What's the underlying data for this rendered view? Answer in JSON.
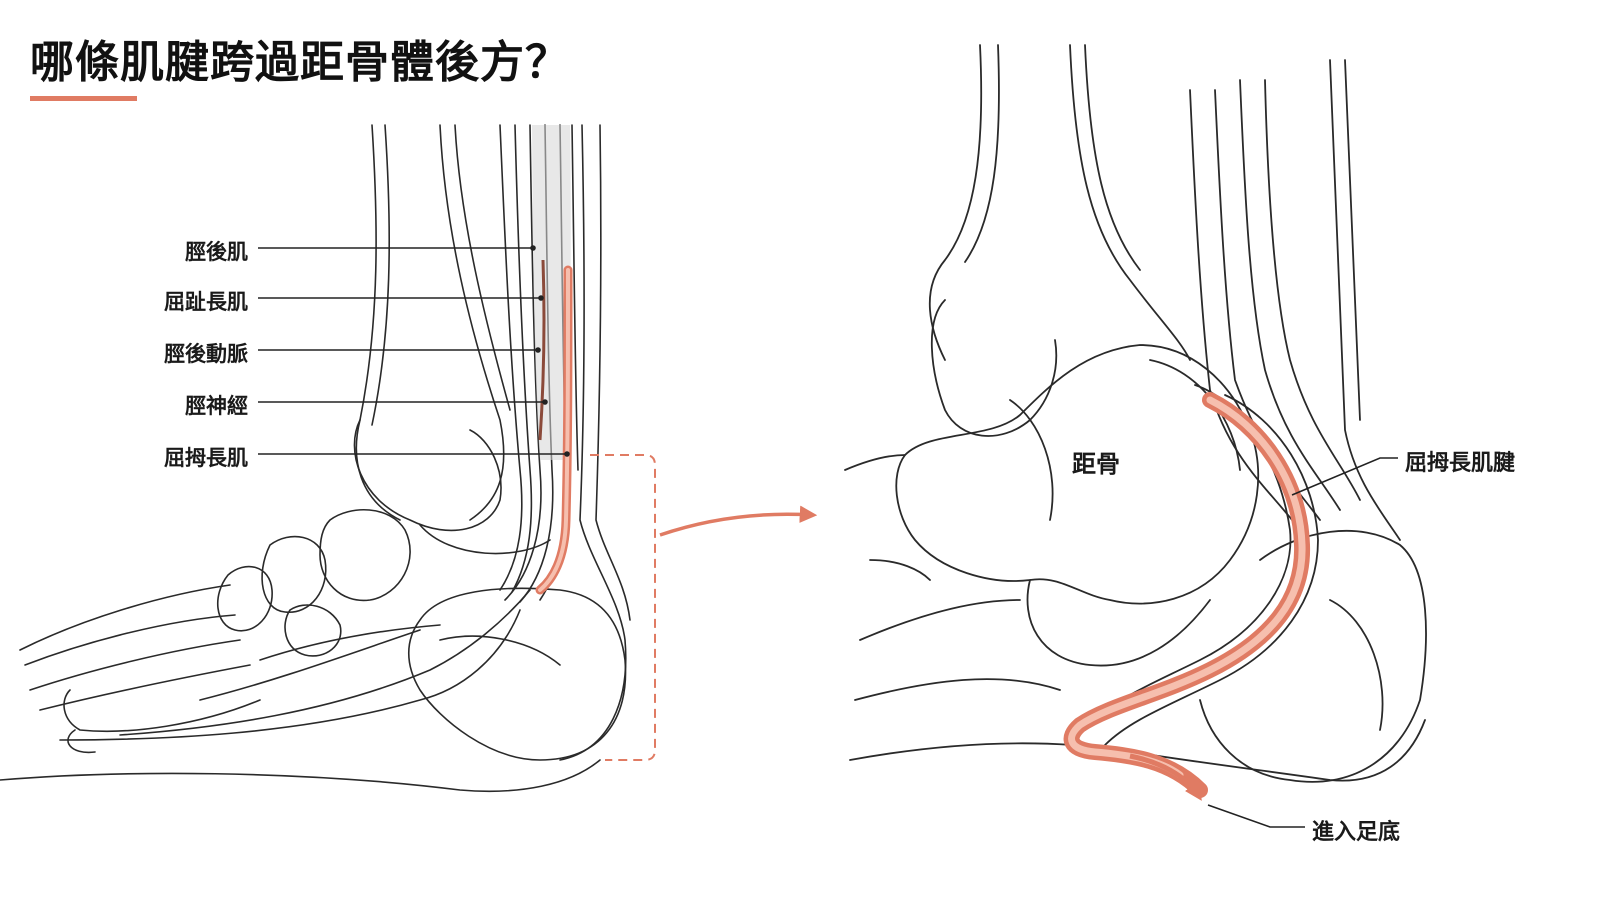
{
  "title": "哪條肌腱跨過距骨體後方？",
  "colors": {
    "accent": "#e07b63",
    "tendon": "#f2a894",
    "line": "#222222"
  },
  "left_labels": [
    "脛後肌",
    "屈趾長肌",
    "脛後動脈",
    "脛神經",
    "屈拇長肌"
  ],
  "right_labels": {
    "bone": "距骨",
    "tendon": "屈拇長肌腱",
    "exit": "進入足底"
  }
}
